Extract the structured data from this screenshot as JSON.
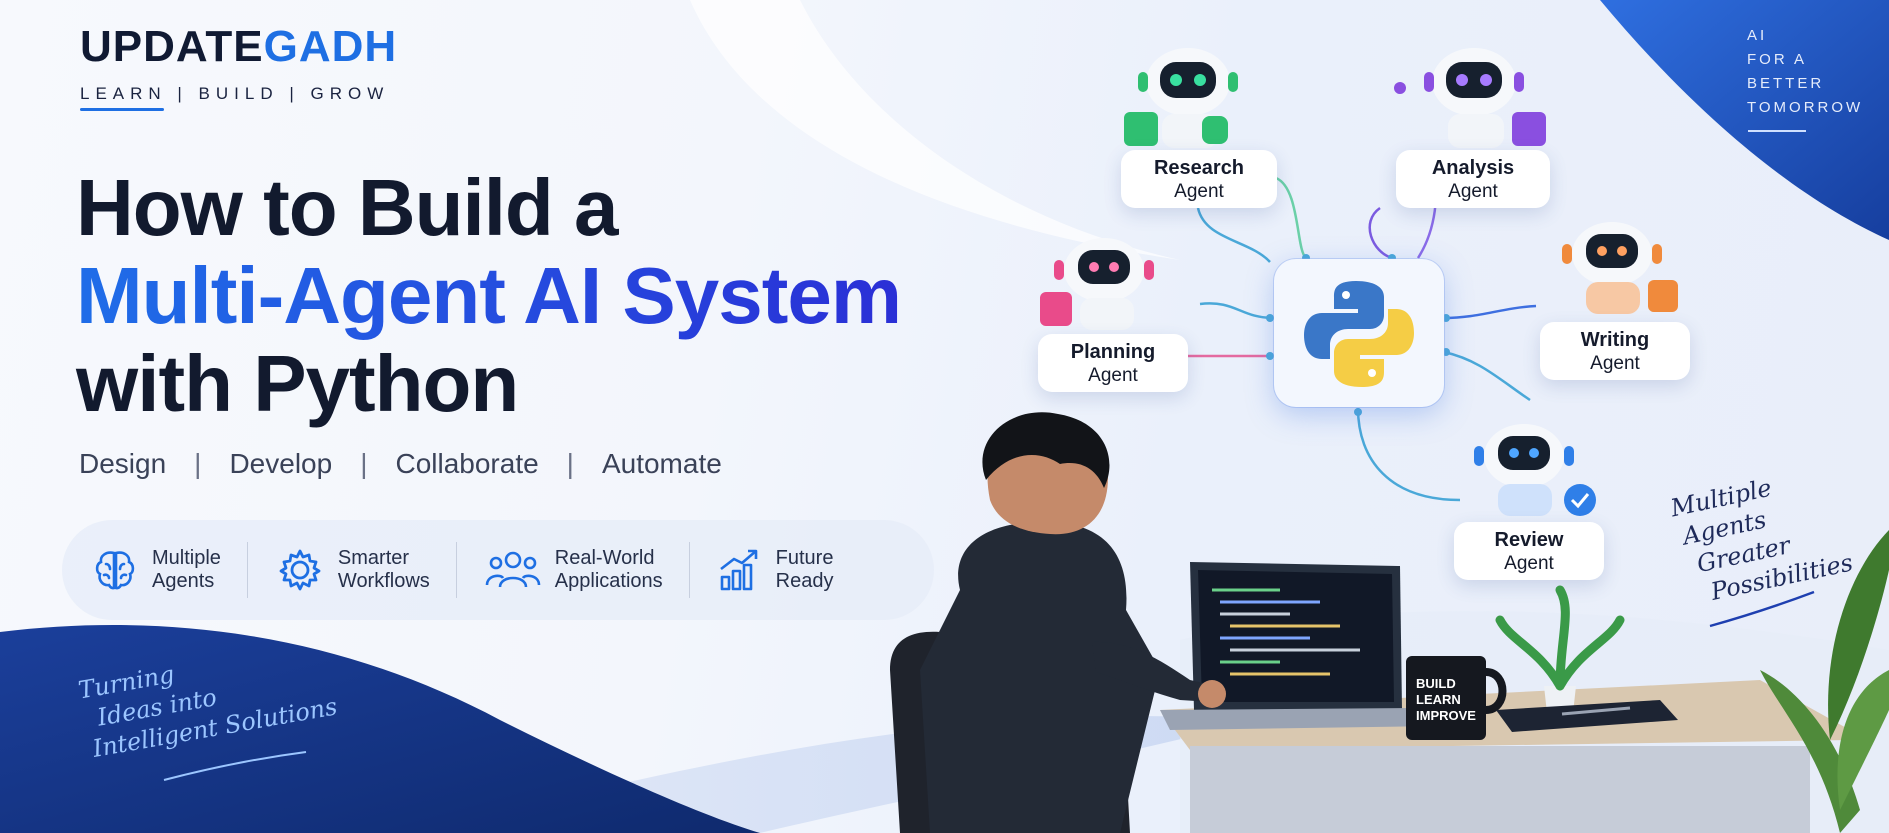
{
  "brand": {
    "part1": "UPDATE",
    "part2": "GADH",
    "tagline": "LEARN  |  BUILD  |  GROW"
  },
  "headline": {
    "line1": "How to Build a",
    "line2": "Multi-Agent AI System",
    "line3": "with Python"
  },
  "subheadline": [
    "Design",
    "Develop",
    "Collaborate",
    "Automate"
  ],
  "features": [
    {
      "icon": "brain-icon",
      "label1": "Multiple",
      "label2": "Agents"
    },
    {
      "icon": "gear-icon",
      "label1": "Smarter",
      "label2": "Workflows"
    },
    {
      "icon": "people-icon",
      "label1": "Real-World",
      "label2": "Applications"
    },
    {
      "icon": "growth-chart-icon",
      "label1": "Future",
      "label2": "Ready"
    }
  ],
  "bottom_note": [
    "Turning",
    "Ideas into",
    "Intelligent Solutions"
  ],
  "corner_note": [
    "AI",
    "FOR A",
    "BETTER",
    "TOMORROW"
  ],
  "right_note": [
    "Multiple",
    "Agents",
    "Greater",
    "Possibilities"
  ],
  "agents": [
    {
      "id": "research",
      "name": "Research",
      "role": "Agent",
      "color": "#2fbf71"
    },
    {
      "id": "analysis",
      "name": "Analysis",
      "role": "Agent",
      "color": "#8a4fe0"
    },
    {
      "id": "planning",
      "name": "Planning",
      "role": "Agent",
      "color": "#e94b8a"
    },
    {
      "id": "writing",
      "name": "Writing",
      "role": "Agent",
      "color": "#f08a3c"
    },
    {
      "id": "review",
      "name": "Review",
      "role": "Agent",
      "color": "#2f7fe8"
    }
  ],
  "mug_text": [
    "BUILD",
    "LEARN",
    "IMPROVE"
  ],
  "colors": {
    "accent": "#1e6fe3",
    "navy": "#1a3f95",
    "title": "#121a2e"
  }
}
